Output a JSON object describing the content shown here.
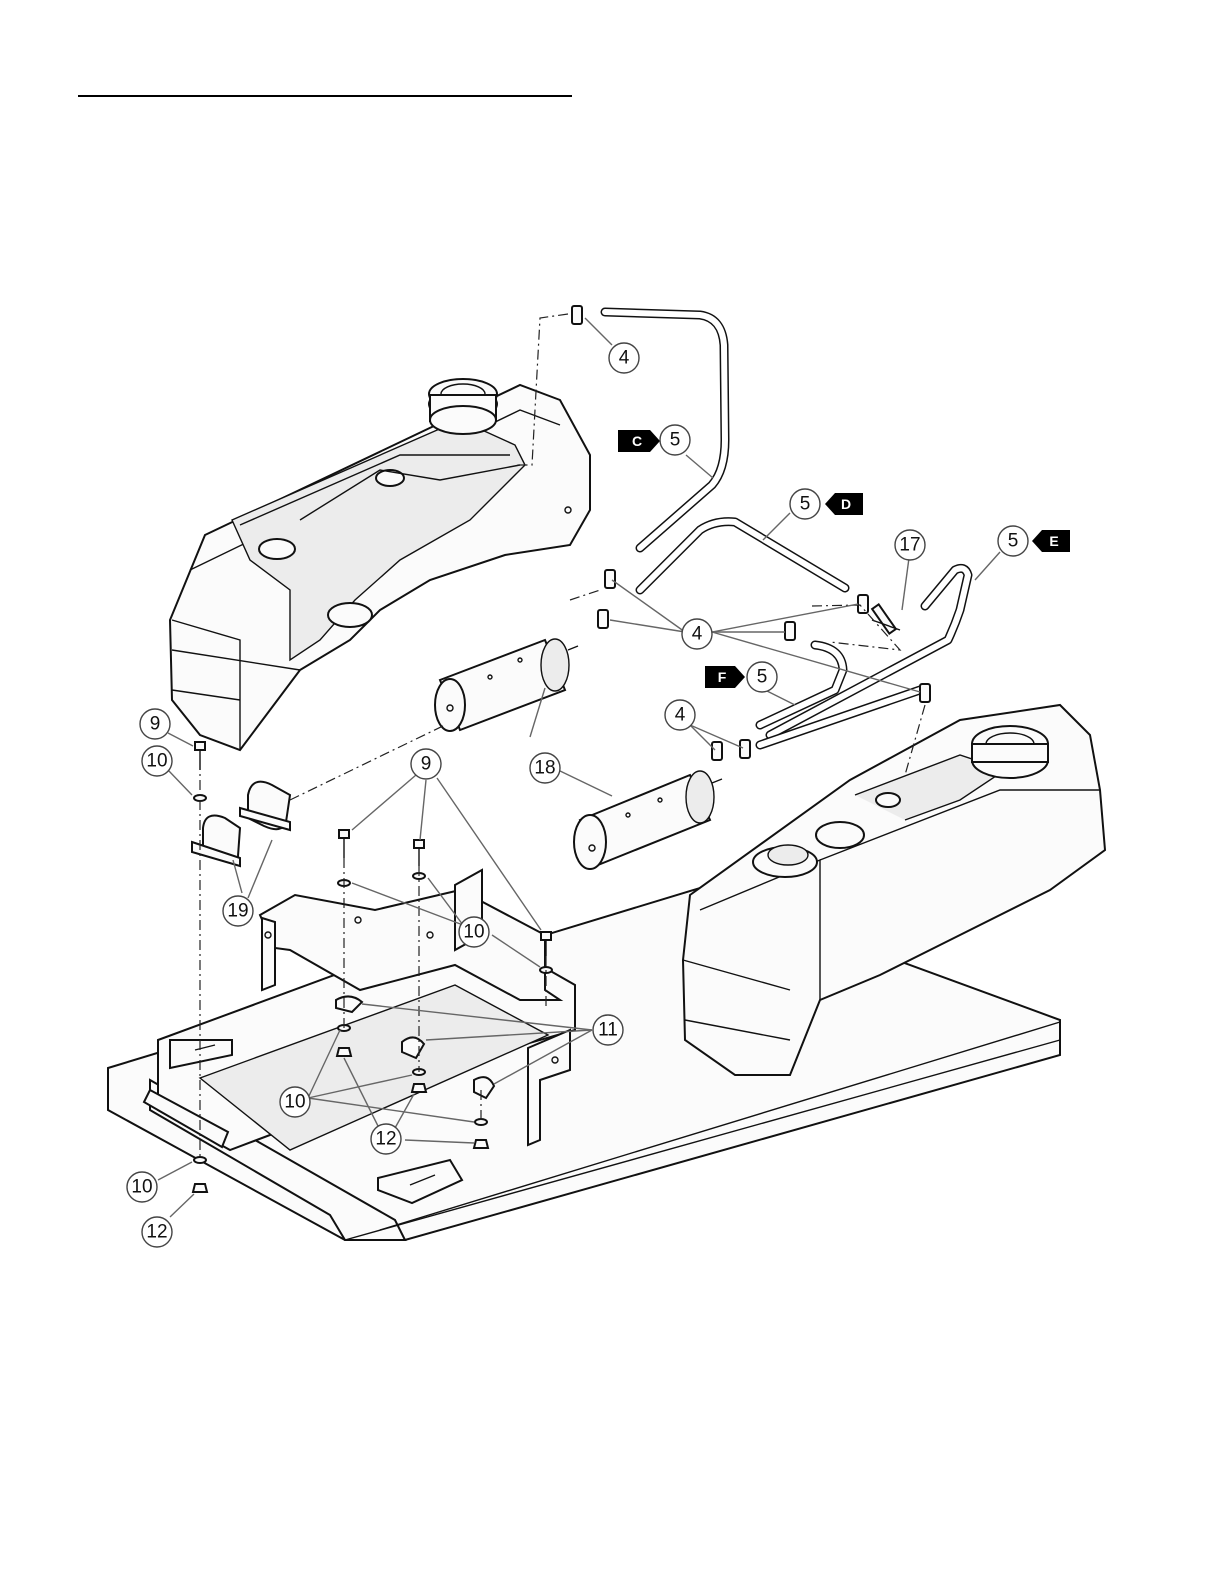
{
  "diagram": {
    "callouts": {
      "c_4_top": "4",
      "c_5_c": "5",
      "c_5_d": "5",
      "c_17": "17",
      "c_5_e": "5",
      "c_4_mid": "4",
      "c_5_f": "5",
      "c_4_low": "4",
      "c_18": "18",
      "c_9_left": "9",
      "c_10_left": "10",
      "c_19": "19",
      "c_9_mid": "9",
      "c_10_mid": "10",
      "c_11": "11",
      "c_10_low": "10",
      "c_12_low": "12",
      "c_10_bottom": "10",
      "c_12_bottom": "12"
    },
    "tags": {
      "c": "C",
      "d": "D",
      "e": "E",
      "f": "F"
    }
  }
}
